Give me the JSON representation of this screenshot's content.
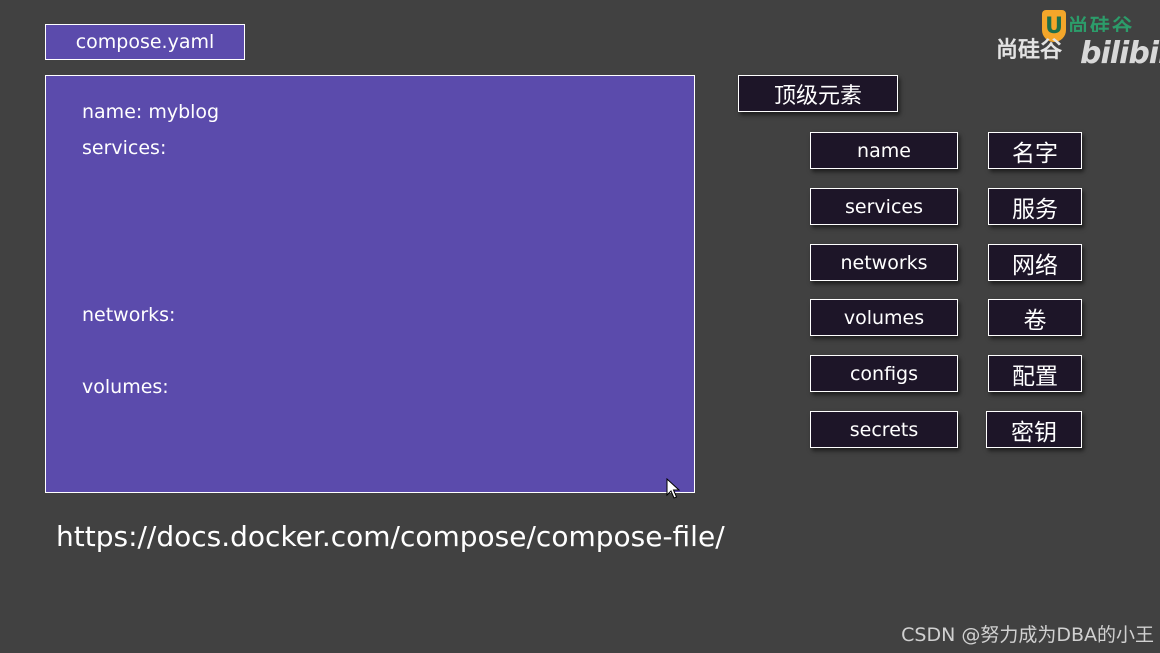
{
  "file_label": "compose.yaml",
  "yaml_lines": {
    "name_line": "name: myblog",
    "services_line": "services:",
    "networks_line": "networks:",
    "volumes_line": "volumes:"
  },
  "url": "https://docs.docker.com/compose/compose-file/",
  "toplevel_title": "顶级元素",
  "elements": [
    {
      "key": "name",
      "value": "名字"
    },
    {
      "key": "services",
      "value": "服务"
    },
    {
      "key": "networks",
      "value": "网络"
    },
    {
      "key": "volumes",
      "value": "卷"
    },
    {
      "key": "configs",
      "value": "配置"
    },
    {
      "key": "secrets",
      "value": "密钥"
    }
  ],
  "logo": {
    "org_text": "尚硅谷",
    "bili_text": "bilibili"
  },
  "watermark": "CSDN @努力成为DBA的小王",
  "colors": {
    "background": "#414141",
    "panel": "#5b4bac",
    "element_box": "#1d1528"
  }
}
